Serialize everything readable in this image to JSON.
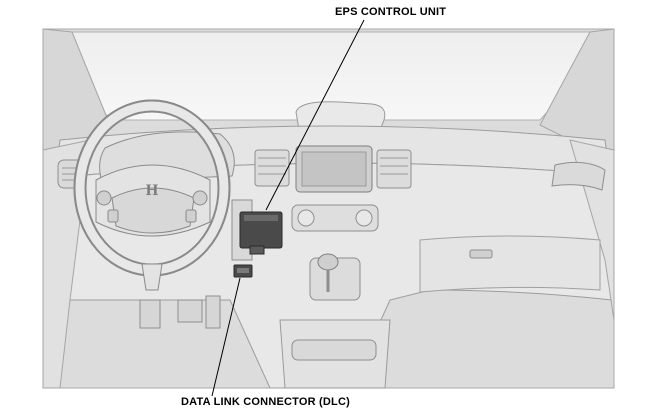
{
  "callouts": {
    "eps_control_unit": "EPS CONTROL UNIT",
    "data_link_connector": "DATA LINK CONNECTOR (DLC)"
  },
  "steering_wheel": {
    "emblem": "H"
  },
  "colors": {
    "background": "#ffffff",
    "interior_fill": "#e6e6e6",
    "interior_line": "#9a9a9a",
    "highlight_component": "#4a4a4a",
    "leader_line": "#000000"
  }
}
